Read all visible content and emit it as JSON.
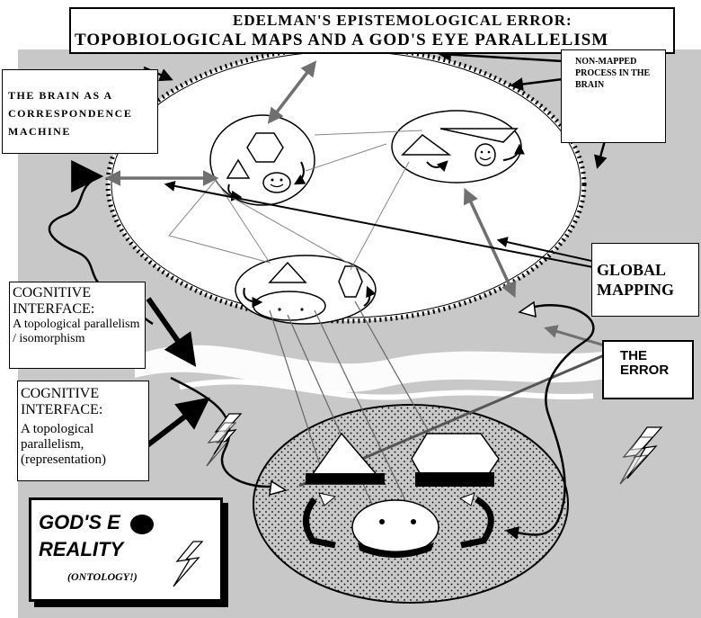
{
  "title": {
    "line1": "EDELMAN'S EPISTEMOLOGICAL ERROR:",
    "line2": "TOPOBIOLOGICAL MAPS AND A GOD'S EYE PARALLELISM"
  },
  "labels": {
    "brain": "THE BRAIN AS A CORRESPONDENCE MACHINE",
    "non_mapped": "NON-MAPPED PROCESS IN THE BRAIN",
    "global_mapping": "GLOBAL MAPPING",
    "error": "THE ERROR",
    "cognitive_interface_1": {
      "heading": "COGNITIVE INTERFACE:",
      "body": "A topological parallelism / isomorphism"
    },
    "cognitive_interface_2": {
      "heading": "COGNITIVE INTERFACE:",
      "body": "A topological parallelism, (representation)"
    },
    "god_box": {
      "line1": "GOD'S  E",
      "line2": "REALITY",
      "line3": "(ONTOLOGY!)"
    }
  },
  "colors": {
    "background": "#c8c8c8",
    "ink": "#000000",
    "arrow_gray": "#707070",
    "paper": "#ffffff"
  }
}
